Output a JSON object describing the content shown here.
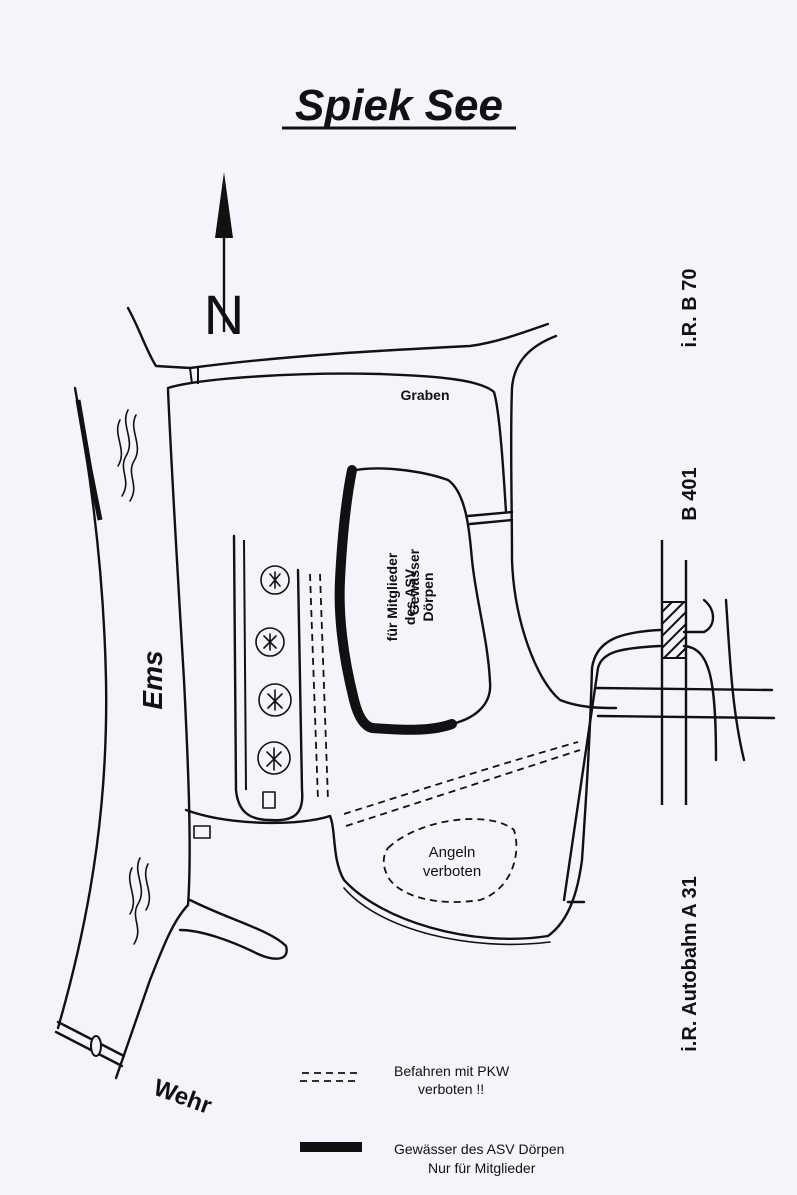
{
  "title": "Spiek See",
  "north_letter": "N",
  "labels": {
    "graben": "Graben",
    "ems": "Ems",
    "wehr": "Wehr",
    "lake_line1": "Gewässer",
    "lake_line2": "für Mitglieder",
    "lake_line3": "des ASV",
    "lake_line4": "Dörpen",
    "angeln_line1": "Angeln",
    "angeln_line2": "verboten",
    "road_b70": "i.R. B 70",
    "road_b401": "B 401",
    "road_a31": "i.R. Autobahn A 31"
  },
  "legend": {
    "pkw_line1": "Befahren mit PKW",
    "pkw_line2": "verboten !!",
    "asv_line1": "Gewässer des ASV Dörpen",
    "asv_line2": "Nur für Mitglieder"
  }
}
